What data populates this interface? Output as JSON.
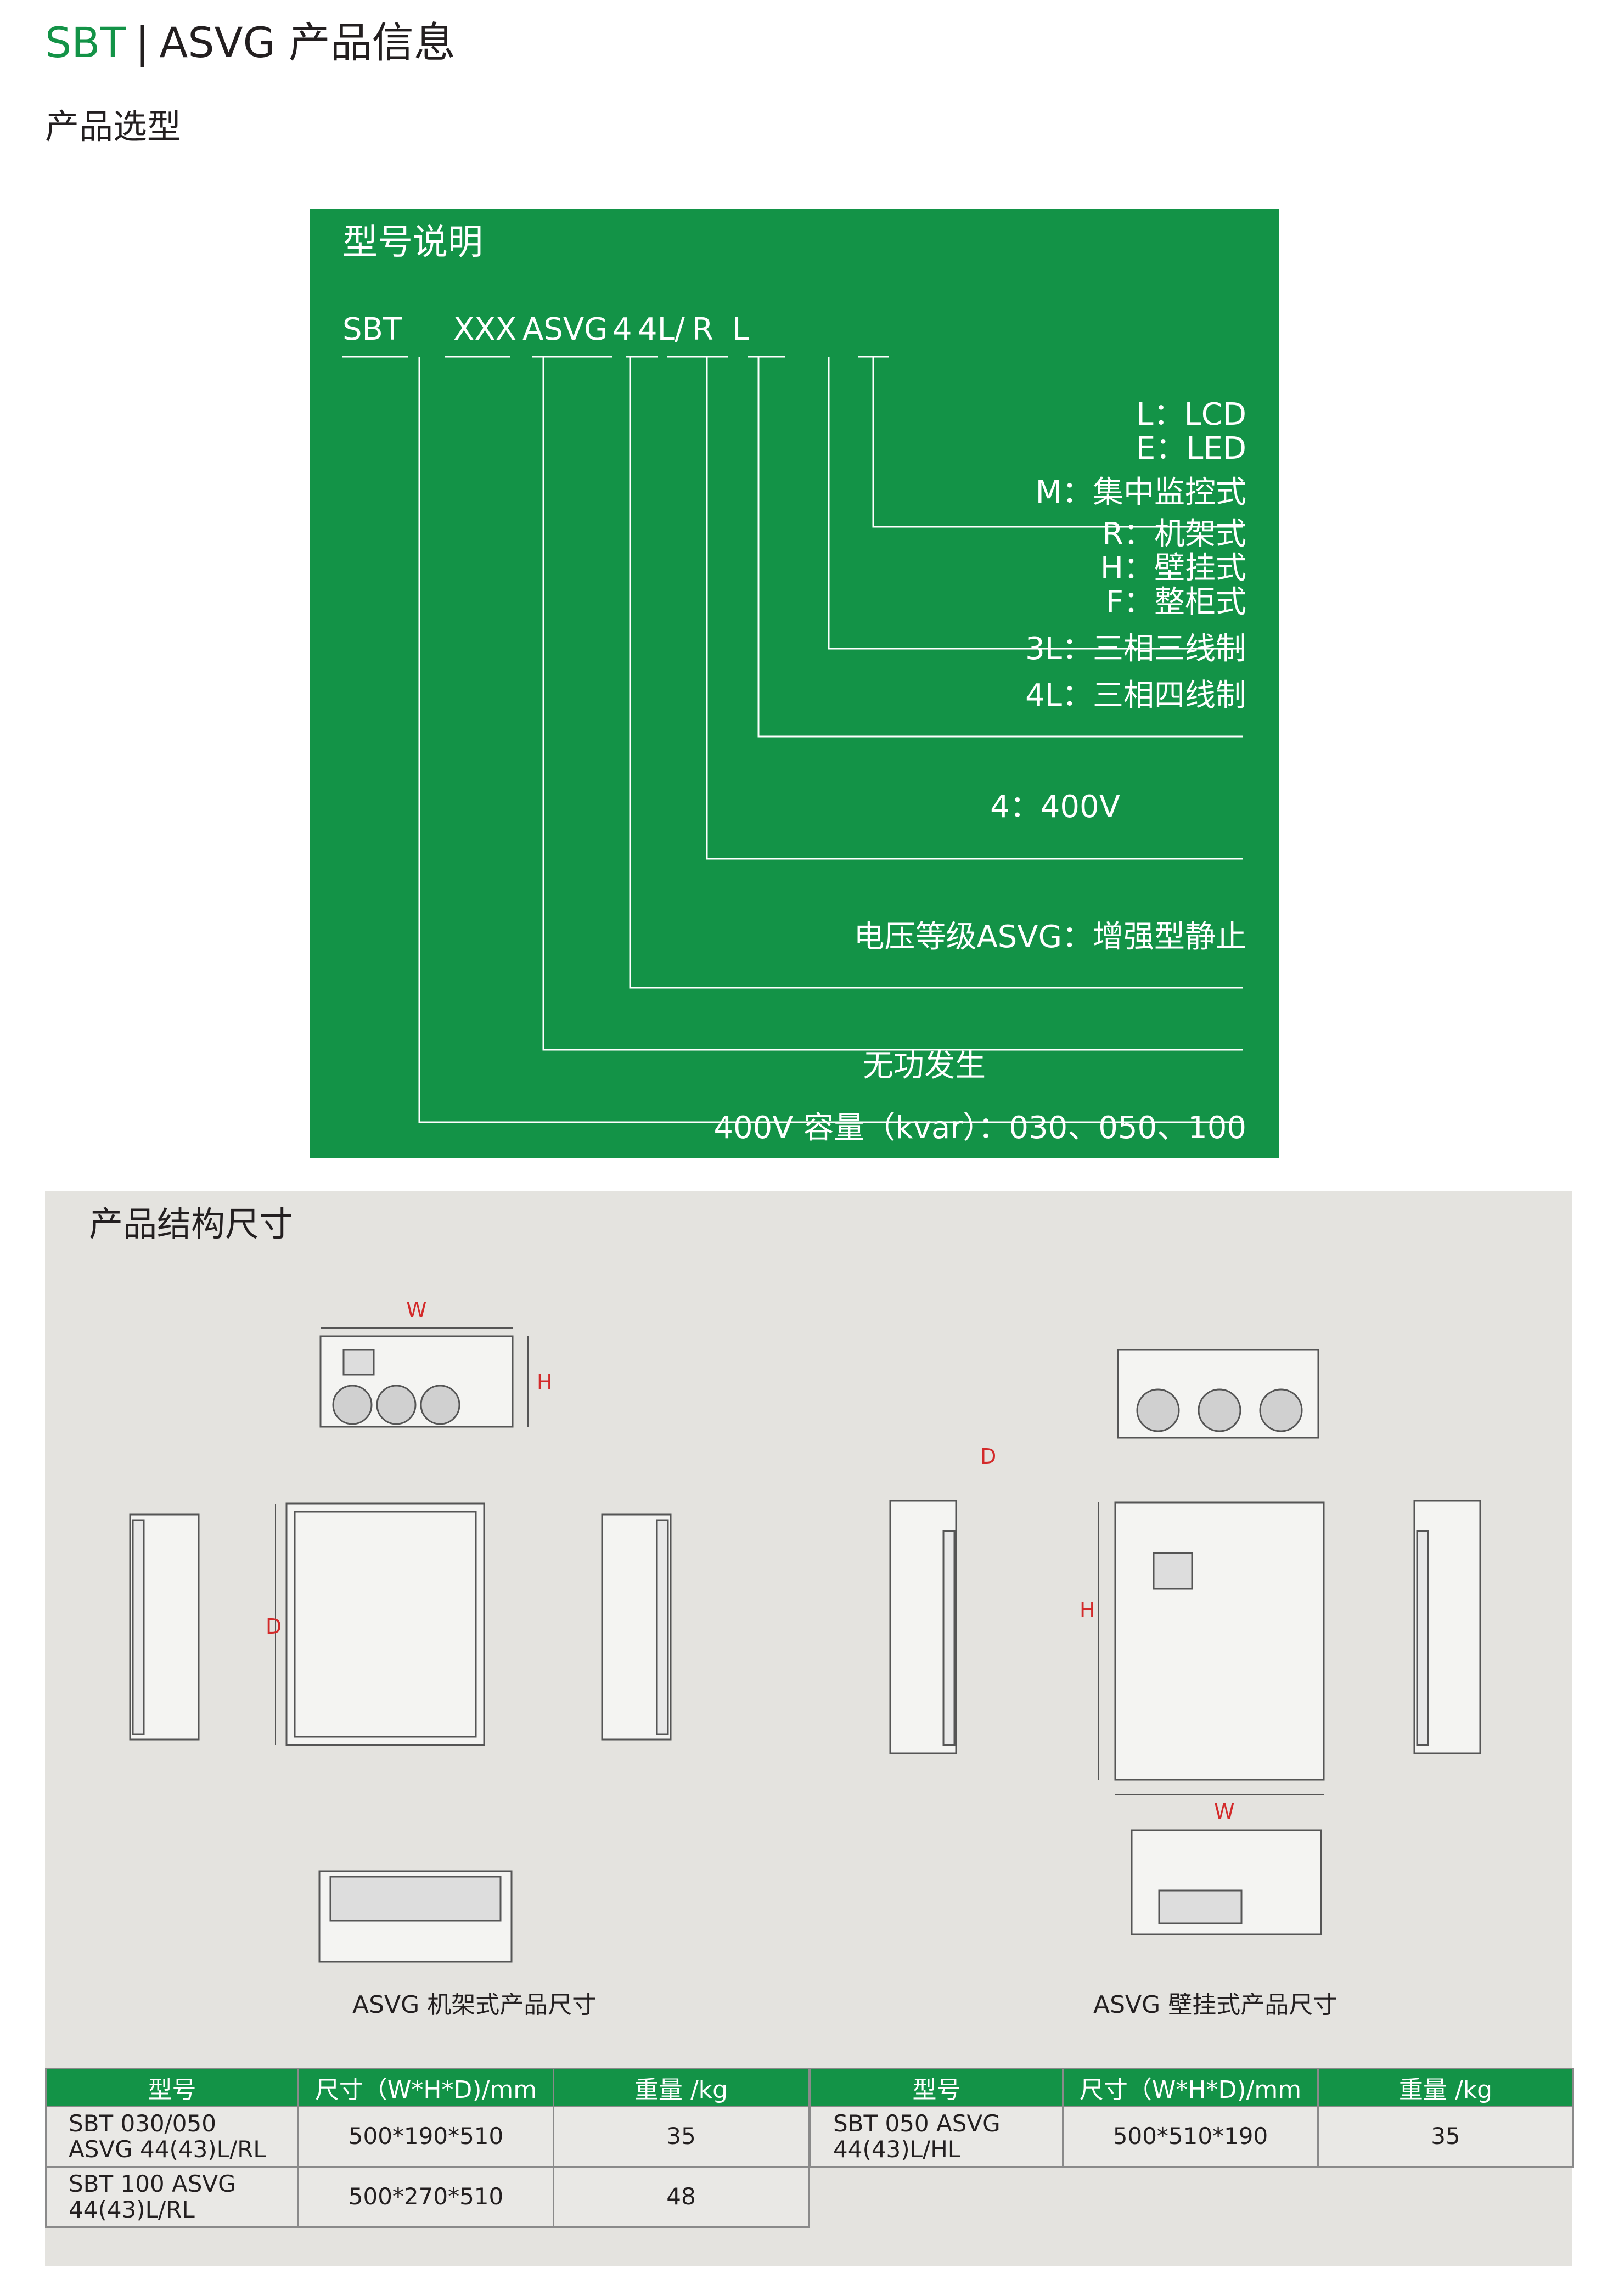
{
  "header": {
    "brand": "SBT",
    "separator": "|",
    "title": "ASVG 产品信息"
  },
  "section_title": "产品选型",
  "model_box": {
    "heading": "型号说明",
    "code": [
      "SBT",
      "XXX",
      "ASVG",
      "4",
      "4L/",
      "R",
      "L"
    ],
    "desc": {
      "display_l": "L：LCD",
      "display_e": "E：LED",
      "mount_m": "M：集中监控式",
      "mount_r": "R：机架式",
      "mount_h": "H：壁挂式",
      "mount_f": "F：整柜式",
      "wire_3l": "3L：三相三线制",
      "wire_4l": "4L：三相四线制",
      "voltage": "4：400V",
      "type_a": "电压等级ASVG：增强型静止",
      "type_b": "无功发生",
      "capacity": "400V 容量（kvar）：030、050、100"
    }
  },
  "dimensions": {
    "title": "产品结构尺寸",
    "rack_caption": "ASVG 机架式产品尺寸",
    "wall_caption": "ASVG 壁挂式产品尺寸",
    "labels": {
      "w": "W",
      "h": "H",
      "d": "D"
    }
  },
  "tables": {
    "headers": [
      "型号",
      "尺寸（W*H*D)/mm",
      "重量 /kg"
    ],
    "rack": [
      {
        "model": "SBT 030/050\nASVG 44(43)L/RL",
        "size": "500*190*510",
        "weight": "35"
      },
      {
        "model": "SBT 100 ASVG\n44(43)L/RL",
        "size": "500*270*510",
        "weight": "48"
      }
    ],
    "wall": [
      {
        "model": "SBT 050 ASVG\n44(43)L/HL",
        "size": "500*510*190",
        "weight": "35"
      }
    ]
  },
  "colors": {
    "brand_green": "#139347",
    "panel_gray": "#e4e3df",
    "dim_red": "#d32a2a"
  }
}
